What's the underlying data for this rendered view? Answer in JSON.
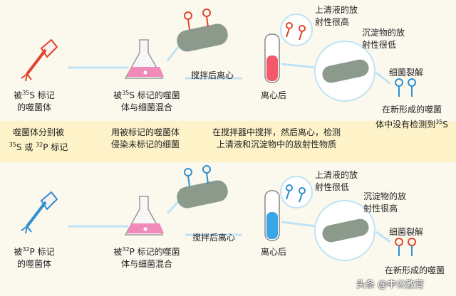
{
  "top": {
    "label_phage_line1": "被",
    "label_phage_sup": "35",
    "label_phage_line1b": "S 标记",
    "label_phage_line2": "的噬菌体",
    "label_flask_line1a": "被",
    "label_flask_sup": "35",
    "label_flask_line1b": "S 标记的噬菌",
    "label_flask_line2": "体与细菌混合",
    "label_stir": "搅拌后离心",
    "label_centrifuge": "离心后",
    "label_supernatant_line1": "上清液的放",
    "label_supernatant_line2": "射性很高",
    "label_sediment_line1": "沉淀物的放",
    "label_sediment_line2": "射性很低",
    "label_lysis": "细菌裂解",
    "label_result_line1": "在新形成的噬菌",
    "label_result_line2a": "体中没有检测到",
    "label_result_sup": "35",
    "label_result_line2b": "S"
  },
  "middle": {
    "step1_line1": "噬菌体分别被",
    "step1_sup_a": "35",
    "step1_mid": "S 或",
    "step1_sup_b": "32",
    "step1_end": "P 标记",
    "step2_line1": "用被标记的噬菌体",
    "step2_line2": "侵染未标记的细菌",
    "step3_line1": "在搅拌器中搅拌，然后离心，检测",
    "step3_line2": "上清液和沉淀物中的放射性物质"
  },
  "bottom": {
    "label_phage_line1": "被",
    "label_phage_sup": "32",
    "label_phage_line1b": "P 标记",
    "label_phage_line2": "的噬菌体",
    "label_flask_line1a": "被",
    "label_flask_sup": "32",
    "label_flask_line1b": "P 标记的噬菌",
    "label_flask_line2": "体与细菌混合",
    "label_stir": "搅拌后离心",
    "label_centrifuge": "离心后",
    "label_supernatant_line1": "上清液的放",
    "label_supernatant_line2": "射性很低",
    "label_sediment_line1": "沉淀物的放",
    "label_sediment_line2": "射性很高",
    "label_lysis": "细菌裂解",
    "label_result": "在新形成的噬菌"
  },
  "watermark": "头条 @中公教育",
  "colors": {
    "red_label": "#e0452c",
    "blue_label": "#2f8fd0",
    "flask_pink": "#f08ab8",
    "tube_red": "#f25a6b",
    "tube_blue": "#3aa6e8",
    "band": "#fdf2c8"
  }
}
